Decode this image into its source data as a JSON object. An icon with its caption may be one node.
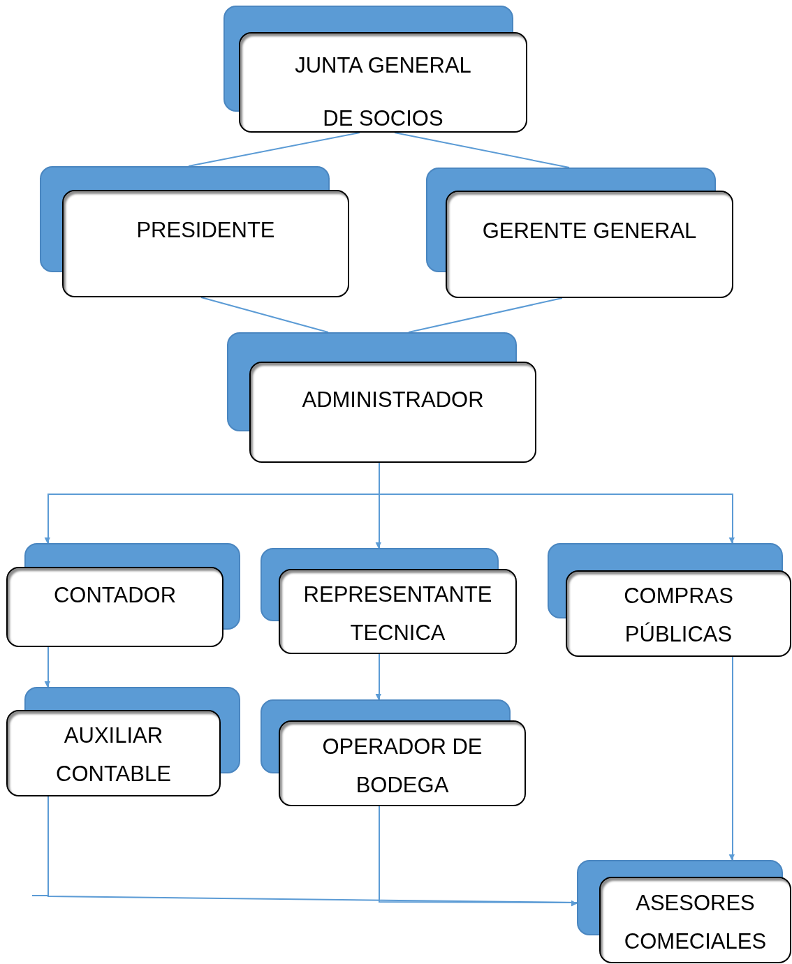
{
  "diagram": {
    "nodes": [
      {
        "text": [
          "JUNTA GENERAL DE SOCIOS"
        ]
      },
      {
        "text": [
          "PRESIDENTE"
        ]
      },
      {
        "text": [
          "GERENTE GENERAL"
        ]
      },
      {
        "text": [
          "ADMINISTRADOR"
        ]
      },
      {
        "text": [
          "CONTADOR"
        ]
      },
      {
        "text": [
          "REPRESENTANTE TECNICA"
        ]
      },
      {
        "text": [
          "COMPRAS PÚBLICAS"
        ]
      },
      {
        "text": [
          "AUXILIAR CONTABLE"
        ]
      },
      {
        "text": [
          "OPERADOR DE BODEGA"
        ]
      },
      {
        "text": [
          "ASESORES COMECIALES"
        ]
      }
    ],
    "edges": [
      {
        "from": 0,
        "to": 1,
        "arrow": "none"
      },
      {
        "from": 0,
        "to": 2,
        "arrow": "none"
      },
      {
        "from": 1,
        "to": 3,
        "arrow": "none"
      },
      {
        "from": 2,
        "to": 3,
        "arrow": "none"
      },
      {
        "from": 3,
        "to": 4,
        "arrow": "to"
      },
      {
        "from": 3,
        "to": 5,
        "arrow": "to"
      },
      {
        "from": 3,
        "to": 6,
        "arrow": "to"
      },
      {
        "from": 4,
        "to": 7,
        "arrow": "to"
      },
      {
        "from": 5,
        "to": 8,
        "arrow": "to"
      },
      {
        "from": 6,
        "to": 9,
        "arrow": "to"
      },
      {
        "from": 7,
        "to": 9,
        "arrow": "to"
      },
      {
        "from": 8,
        "to": 9,
        "arrow": "to"
      }
    ]
  }
}
